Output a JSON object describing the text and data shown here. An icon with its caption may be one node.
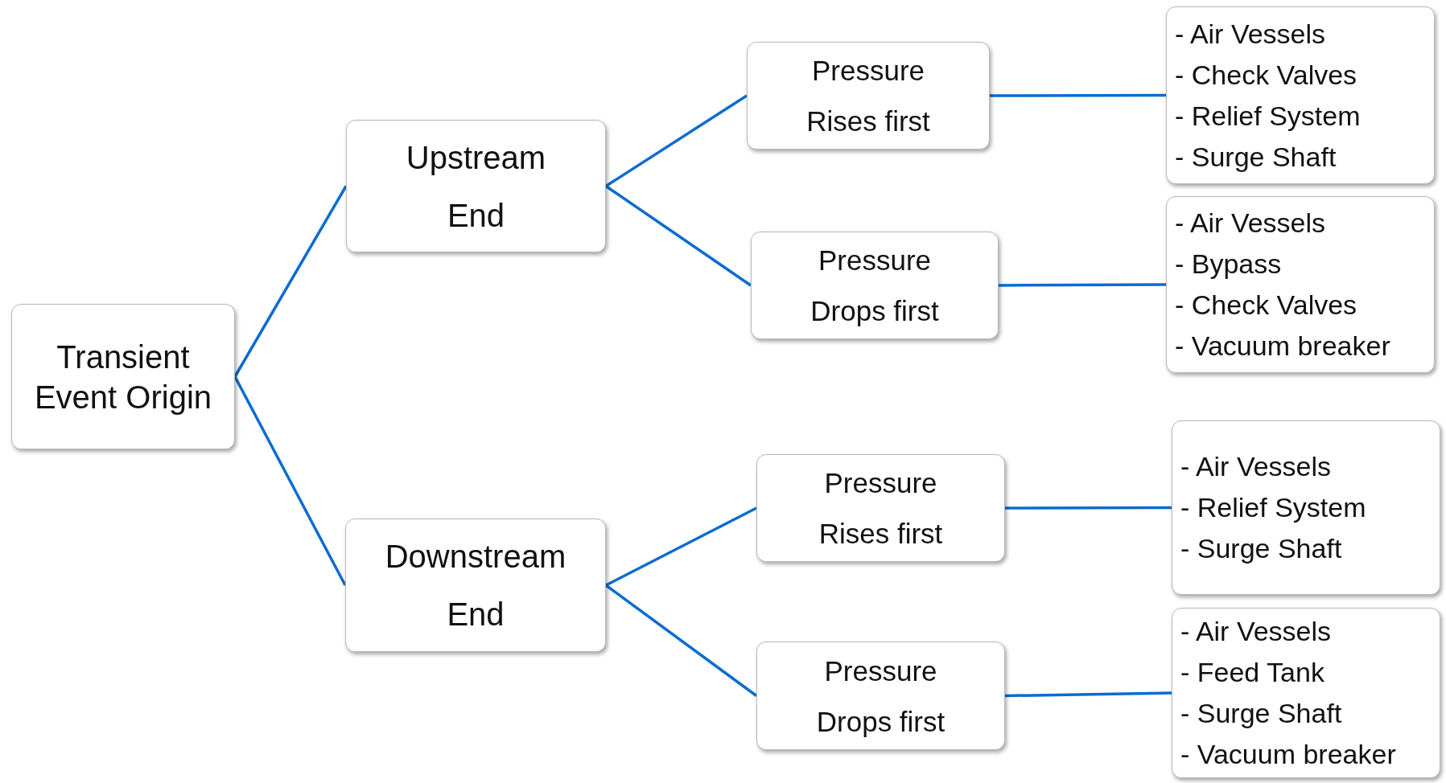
{
  "diagram": {
    "nodes": [
      {
        "text": [
          "Transient Event Origin"
        ]
      },
      {
        "text": [
          "Upstream End"
        ]
      },
      {
        "text": [
          "Pressure Rises first"
        ]
      },
      {
        "text": [
          "- Air Vessels",
          "- Check Valves",
          "- Relief System",
          "- Surge Shaft"
        ]
      },
      {
        "text": [
          "Pressure Drops first"
        ]
      },
      {
        "text": [
          "- Air Vessels",
          "- Bypass",
          "- Check Valves",
          "- Vacuum breaker"
        ]
      },
      {
        "text": [
          "Downstream End"
        ]
      },
      {
        "text": [
          "Pressure Rises first"
        ]
      },
      {
        "text": [
          "- Air Vessels",
          "- Relief System",
          "- Surge Shaft"
        ]
      },
      {
        "text": [
          "Pressure Drops first"
        ]
      },
      {
        "text": [
          "- Air Vessels",
          "- Feed Tank",
          "- Surge Shaft",
          "- Vacuum breaker"
        ]
      }
    ],
    "edges": [
      {
        "from": 0,
        "to": 1,
        "arrow": "none"
      },
      {
        "from": 0,
        "to": 6,
        "arrow": "none"
      },
      {
        "from": 1,
        "to": 2,
        "arrow": "none"
      },
      {
        "from": 1,
        "to": 4,
        "arrow": "none"
      },
      {
        "from": 2,
        "to": 3,
        "arrow": "none"
      },
      {
        "from": 4,
        "to": 5,
        "arrow": "none"
      },
      {
        "from": 6,
        "to": 7,
        "arrow": "none"
      },
      {
        "from": 6,
        "to": 9,
        "arrow": "none"
      },
      {
        "from": 7,
        "to": 8,
        "arrow": "none"
      },
      {
        "from": 9,
        "to": 10,
        "arrow": "none"
      }
    ]
  }
}
